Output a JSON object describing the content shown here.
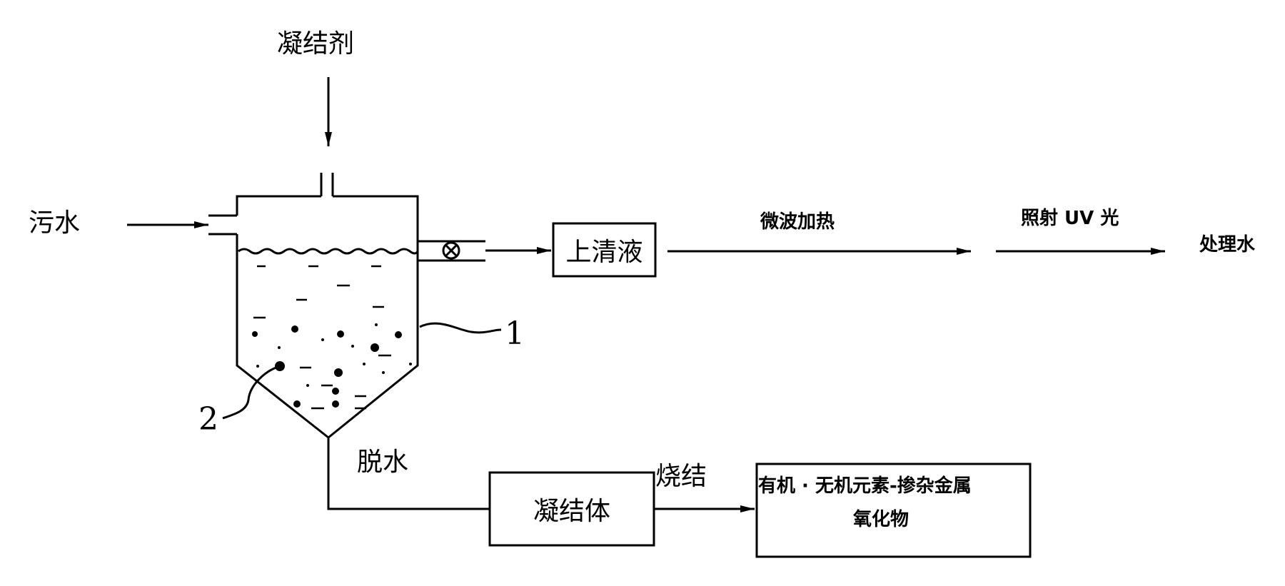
{
  "labels": {
    "coagulant": "凝结剂",
    "sewage": "污水",
    "supernatant": "上清液",
    "microwave_heating": "微波加热",
    "uv_irradiation": "照射 UV 光",
    "treated_water": "处理水",
    "dewatering": "脱水",
    "coagulated_body": "凝结体",
    "sintering": "烧结",
    "product_line1": "有机 · 无机元素-掺杂金属",
    "product_line2": "氧化物",
    "ref_tank": "1",
    "ref_particle": "2"
  }
}
